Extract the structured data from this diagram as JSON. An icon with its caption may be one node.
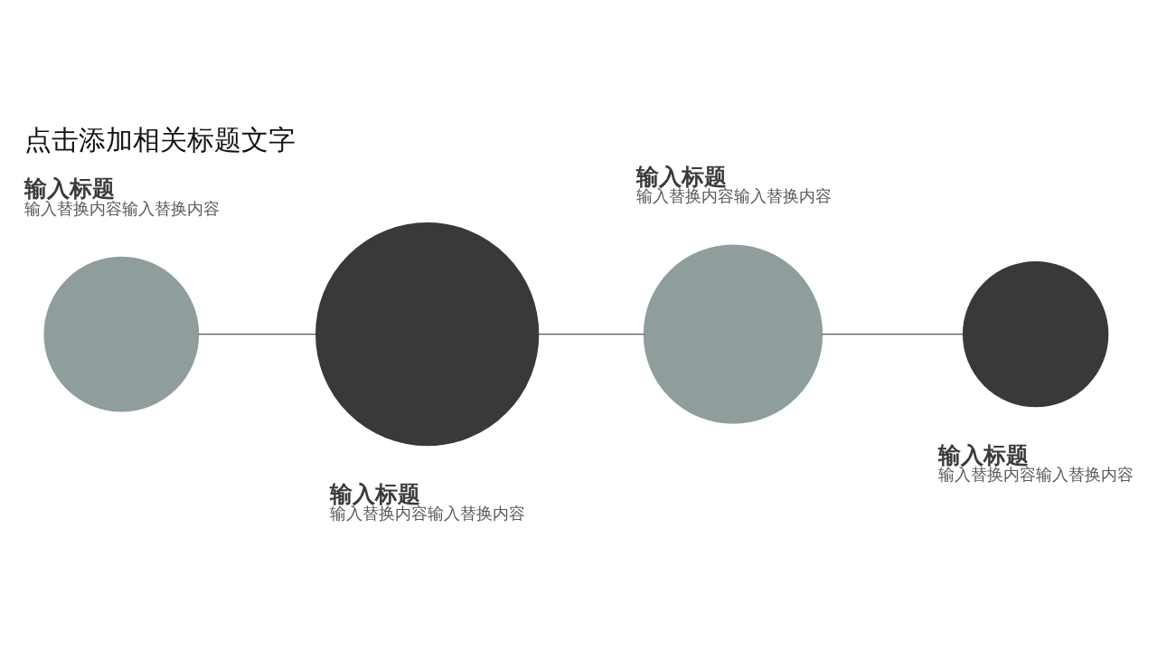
{
  "diagram": {
    "title": "点击添加相关标题文字",
    "nodes": [
      {
        "text": [],
        "shape": "circle",
        "beside": [
          "输入标题",
          "输入替换内容输入替换内容"
        ]
      },
      {
        "text": [],
        "shape": "circle",
        "beside": [
          "输入标题",
          "输入替换内容输入替换内容"
        ]
      },
      {
        "text": [],
        "shape": "circle",
        "beside": [
          "输入标题",
          "输入替换内容输入替换内容"
        ]
      },
      {
        "text": [],
        "shape": "circle",
        "beside": [
          "输入标题",
          "输入替换内容输入替换内容"
        ]
      }
    ],
    "edges": [
      {
        "from": 0,
        "to": 1,
        "arrow": "none"
      },
      {
        "from": 1,
        "to": 2,
        "arrow": "none"
      },
      {
        "from": 2,
        "to": 3,
        "arrow": "none"
      }
    ]
  }
}
